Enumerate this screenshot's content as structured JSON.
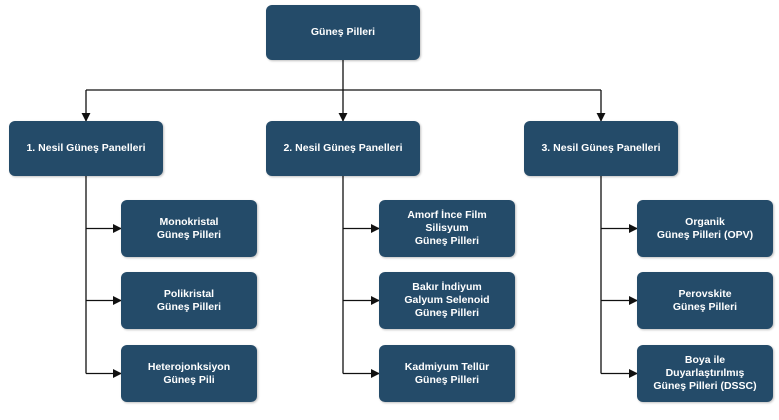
{
  "colors": {
    "box_fill": "#244B69",
    "box_text": "#ffffff",
    "connector": "#111111"
  },
  "root": {
    "lines": [
      "Güneş Pilleri"
    ]
  },
  "columns": [
    {
      "header": {
        "lines": [
          "1. Nesil Güneş Panelleri"
        ]
      },
      "children": [
        {
          "lines": [
            "Monokristal",
            "Güneş Pilleri"
          ]
        },
        {
          "lines": [
            "Polikristal",
            "Güneş Pilleri"
          ]
        },
        {
          "lines": [
            "Heterojonksiyon",
            "Güneş Pili"
          ]
        }
      ]
    },
    {
      "header": {
        "lines": [
          "2. Nesil Güneş Panelleri"
        ]
      },
      "children": [
        {
          "lines": [
            "Amorf İnce Film",
            "Silisyum",
            "Güneş Pilleri"
          ]
        },
        {
          "lines": [
            "Bakır İndiyum",
            "Galyum Selenoid",
            "Güneş Pilleri"
          ]
        },
        {
          "lines": [
            "Kadmiyum Tellür",
            "Güneş Pilleri"
          ]
        }
      ]
    },
    {
      "header": {
        "lines": [
          "3. Nesil Güneş Panelleri"
        ]
      },
      "children": [
        {
          "lines": [
            "Organik",
            "Güneş Pilleri (OPV)"
          ]
        },
        {
          "lines": [
            "Perovskite",
            "Güneş Pilleri"
          ]
        },
        {
          "lines": [
            "Boya ile",
            "Duyarlaştırılmış",
            "Güneş Pilleri (DSSC)"
          ]
        }
      ]
    }
  ]
}
